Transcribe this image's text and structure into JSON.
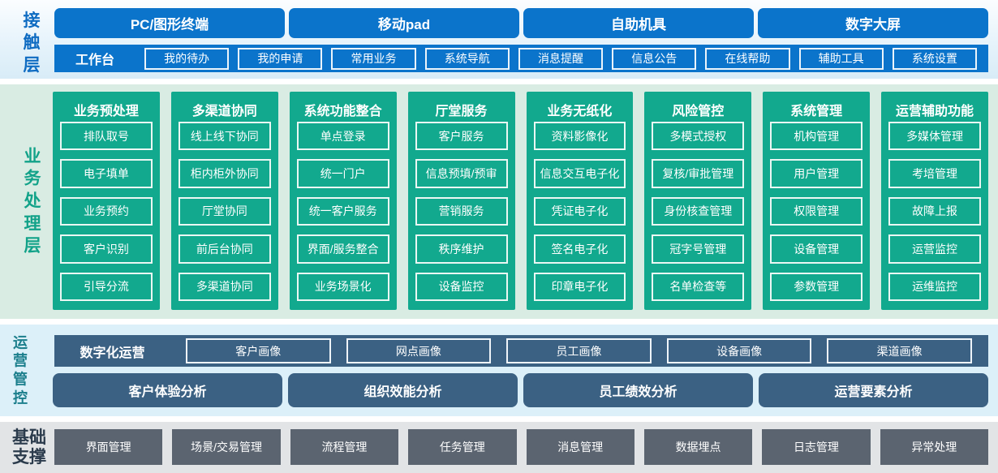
{
  "contact_layer": {
    "label": "接触层",
    "terminals": [
      "PC/图形终端",
      "移动pad",
      "自助机具",
      "数字大屏"
    ],
    "workbench": {
      "label": "工作台",
      "items": [
        "我的待办",
        "我的申请",
        "常用业务",
        "系统导航",
        "消息提醒",
        "信息公告",
        "在线帮助",
        "辅助工具",
        "系统设置"
      ]
    }
  },
  "business_layer": {
    "label": "业务处理层",
    "columns": [
      {
        "title": "业务预处理",
        "items": [
          "排队取号",
          "电子填单",
          "业务预约",
          "客户识别",
          "引导分流"
        ]
      },
      {
        "title": "多渠道协同",
        "items": [
          "线上线下协同",
          "柜内柜外协同",
          "厅堂协同",
          "前后台协同",
          "多渠道协同"
        ]
      },
      {
        "title": "系统功能整合",
        "items": [
          "单点登录",
          "统一门户",
          "统一客户服务",
          "界面/服务整合",
          "业务场景化"
        ]
      },
      {
        "title": "厅堂服务",
        "items": [
          "客户服务",
          "信息预填/预审",
          "营销服务",
          "秩序维护",
          "设备监控"
        ]
      },
      {
        "title": "业务无纸化",
        "items": [
          "资料影像化",
          "信息交互电子化",
          "凭证电子化",
          "签名电子化",
          "印章电子化"
        ]
      },
      {
        "title": "风险管控",
        "items": [
          "多模式授权",
          "复核/审批管理",
          "身份核查管理",
          "冠字号管理",
          "名单检查等"
        ]
      },
      {
        "title": "系统管理",
        "items": [
          "机构管理",
          "用户管理",
          "权限管理",
          "设备管理",
          "参数管理"
        ]
      },
      {
        "title": "运营辅助功能",
        "items": [
          "多媒体管理",
          "考培管理",
          "故障上报",
          "运营监控",
          "运维监控"
        ]
      }
    ]
  },
  "operations_layer": {
    "label": "运营管控",
    "digital_ops": {
      "label": "数字化运营",
      "items": [
        "客户画像",
        "网点画像",
        "员工画像",
        "设备画像",
        "渠道画像"
      ]
    },
    "analysis": [
      "客户体验分析",
      "组织效能分析",
      "员工绩效分析",
      "运营要素分析"
    ]
  },
  "foundation_layer": {
    "label": "基础支撑",
    "items": [
      "界面管理",
      "场景/交易管理",
      "流程管理",
      "任务管理",
      "消息管理",
      "数据埋点",
      "日志管理",
      "异常处理"
    ]
  },
  "colors": {
    "primary_blue": "#0b74cb",
    "teal_green": "#12a98e",
    "slate_blue": "#3b6183",
    "steel_gray": "#5b6470",
    "band_blue_top": "#d8ecf7",
    "band_green": "#d9ece3",
    "band_blue_ops": "#dcf0f9",
    "band_gray": "#e2e4e6",
    "label_blue": "#0f6cc2",
    "label_green": "#12a289",
    "label_teal": "#1b7e8c",
    "label_navy": "#2b3b4c"
  }
}
